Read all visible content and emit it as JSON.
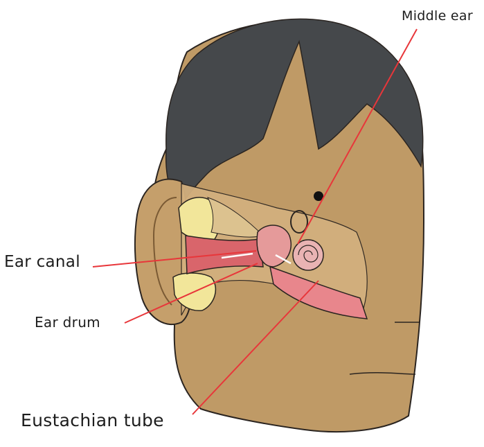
{
  "labels": {
    "middle_ear": "Middle ear",
    "ear_canal": "Ear canal",
    "ear_drum": "Ear drum",
    "eustachian_tube": "Eustachian tube"
  },
  "colors": {
    "skin": "#bf9a66",
    "skin_shadow": "#a6804d",
    "hair": "#45484b",
    "outline": "#2a2420",
    "bone_yellow": "#f2e69a",
    "tissue_pink": "#e59a9a",
    "canal_red": "#d9656b",
    "leader_line": "#e8363a"
  }
}
